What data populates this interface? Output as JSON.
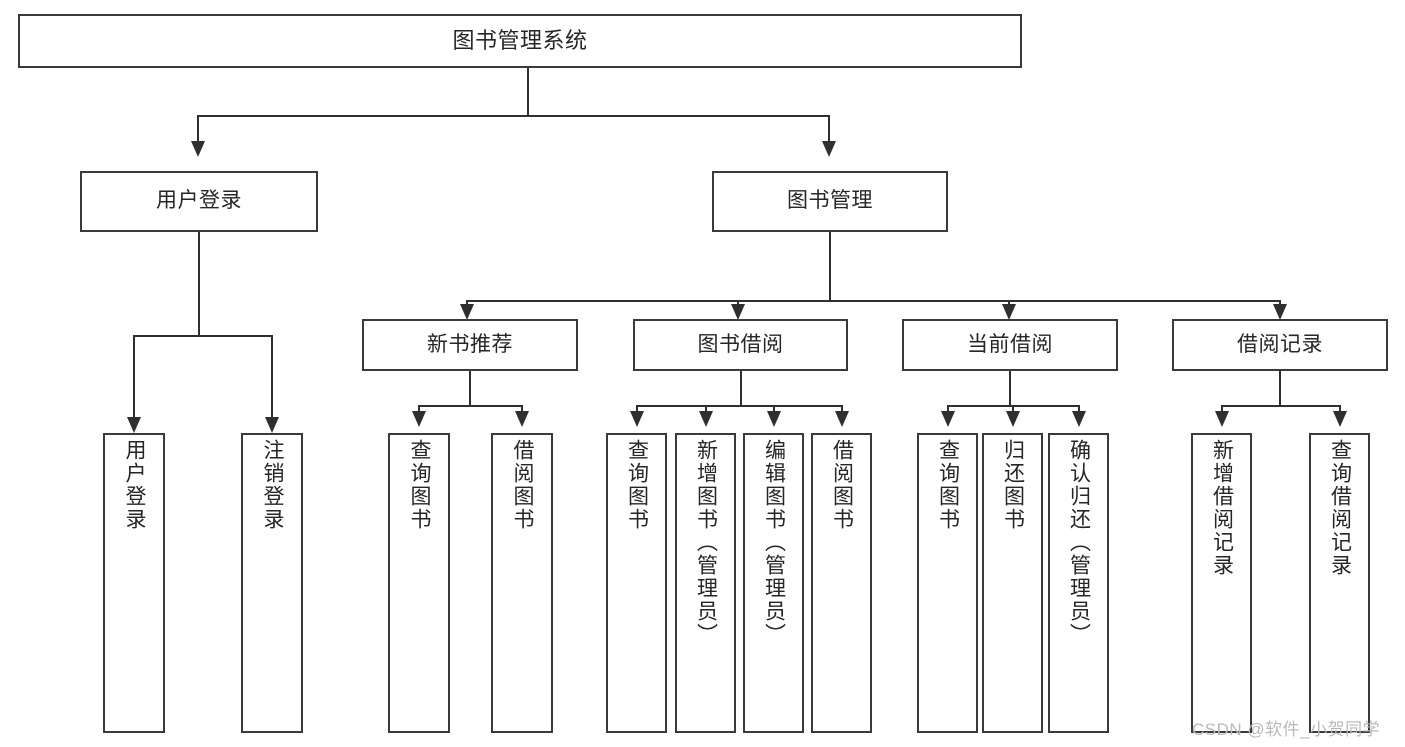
{
  "diagram": {
    "title": "图书管理系统",
    "type": "tree-hierarchy-diagram",
    "background_color": "#ffffff",
    "box_border_color": "#3a3a3a",
    "connector_color": "#2f2f2f",
    "text_color": "#262626"
  },
  "nodes": {
    "root": {
      "label": "图书管理系统"
    },
    "level2": [
      {
        "label": "用户登录"
      },
      {
        "label": "图书管理"
      }
    ],
    "level3": [
      {
        "label": "新书推荐"
      },
      {
        "label": "图书借阅"
      },
      {
        "label": "当前借阅"
      },
      {
        "label": "借阅记录"
      }
    ],
    "leaves": {
      "user_login": [
        {
          "label": "用户登录"
        },
        {
          "label": "注销登录"
        }
      ],
      "new_book_recommend": [
        {
          "label": "查询图书"
        },
        {
          "label": "借阅图书"
        }
      ],
      "book_borrow": [
        {
          "label": "查询图书"
        },
        {
          "label": "新增图书（管理员）"
        },
        {
          "label": "编辑图书（管理员）"
        },
        {
          "label": "借阅图书"
        }
      ],
      "current_borrow": [
        {
          "label": "查询图书"
        },
        {
          "label": "归还图书"
        },
        {
          "label": "确认归还（管理员）"
        }
      ],
      "borrow_records": [
        {
          "label": "新增借阅记录"
        },
        {
          "label": "查询借阅记录"
        }
      ]
    }
  },
  "watermark": {
    "text": "CSDN @软件_小贺同学"
  },
  "chart_data": {
    "type": "table",
    "title": "图书管理系统 功能结构图",
    "hierarchy": [
      {
        "level": 1,
        "label": "图书管理系统",
        "children": [
          {
            "level": 2,
            "label": "用户登录",
            "children": [
              {
                "level": 3,
                "label": "用户登录"
              },
              {
                "level": 3,
                "label": "注销登录"
              }
            ]
          },
          {
            "level": 2,
            "label": "图书管理",
            "children": [
              {
                "level": 3,
                "label": "新书推荐",
                "children": [
                  {
                    "level": 4,
                    "label": "查询图书"
                  },
                  {
                    "level": 4,
                    "label": "借阅图书"
                  }
                ]
              },
              {
                "level": 3,
                "label": "图书借阅",
                "children": [
                  {
                    "level": 4,
                    "label": "查询图书"
                  },
                  {
                    "level": 4,
                    "label": "新增图书（管理员）"
                  },
                  {
                    "level": 4,
                    "label": "编辑图书（管理员）"
                  },
                  {
                    "level": 4,
                    "label": "借阅图书"
                  }
                ]
              },
              {
                "level": 3,
                "label": "当前借阅",
                "children": [
                  {
                    "level": 4,
                    "label": "查询图书"
                  },
                  {
                    "level": 4,
                    "label": "归还图书"
                  },
                  {
                    "level": 4,
                    "label": "确认归还（管理员）"
                  }
                ]
              },
              {
                "level": 3,
                "label": "借阅记录",
                "children": [
                  {
                    "level": 4,
                    "label": "新增借阅记录"
                  },
                  {
                    "level": 4,
                    "label": "查询借阅记录"
                  }
                ]
              }
            ]
          }
        ]
      }
    ]
  }
}
